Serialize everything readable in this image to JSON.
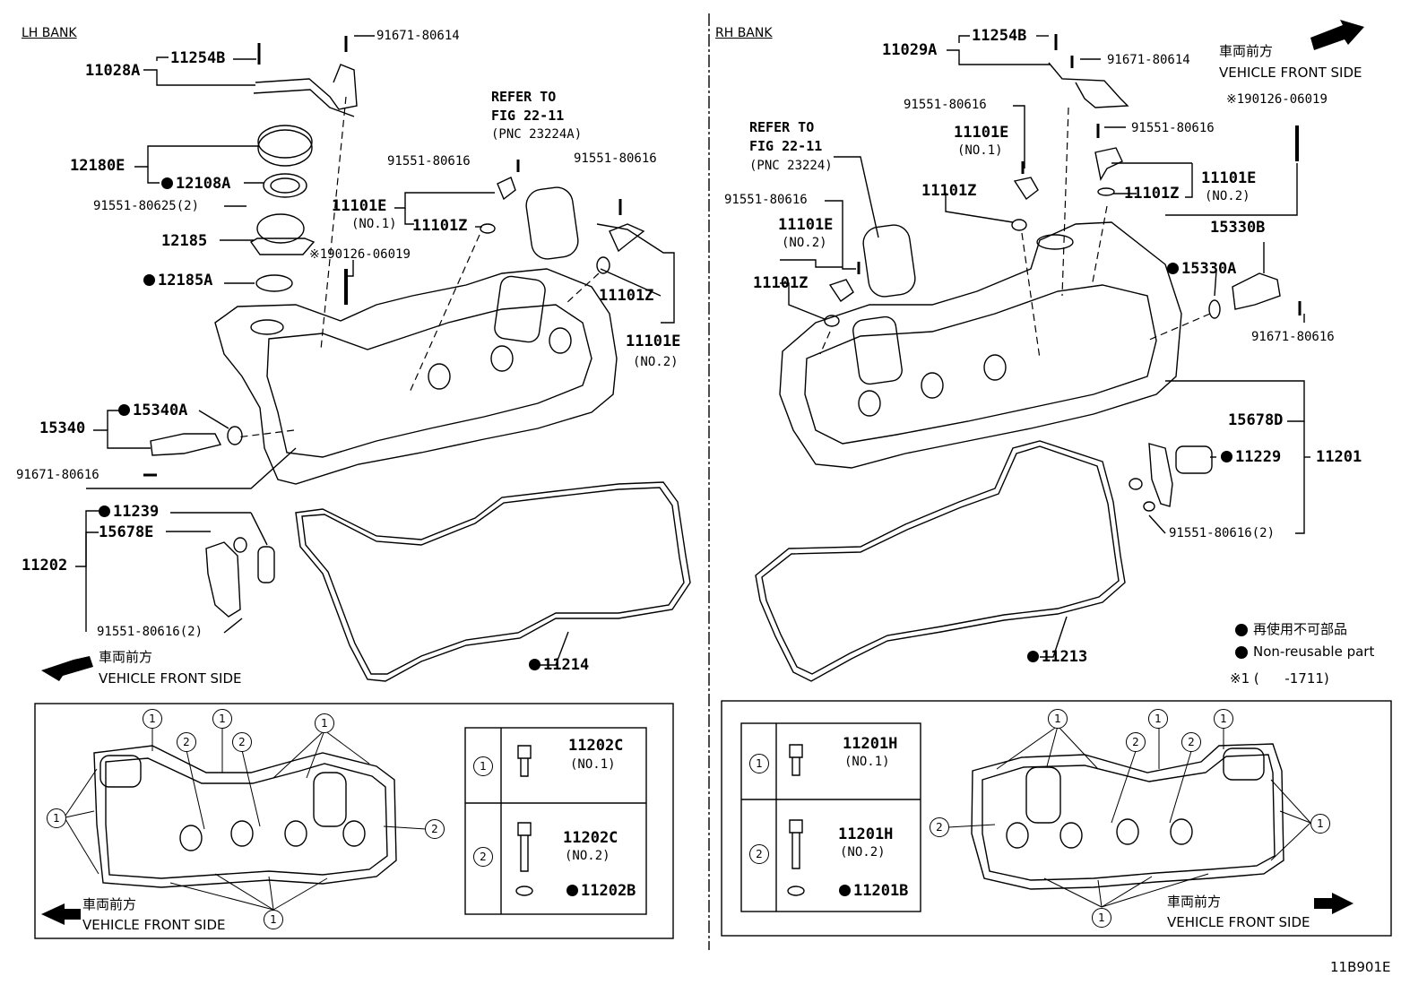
{
  "banks": {
    "lh": "LH BANK",
    "rh": "RH BANK"
  },
  "front": {
    "jp": "車両前方",
    "en": "VEHICLE FRONT SIDE"
  },
  "lh": {
    "p11028A": "11028A",
    "p11254B": "11254B",
    "p91671_80614": "91671-80614",
    "p12180E": "12180E",
    "p12108A": "12108A",
    "p91551_80625": "91551-80625(2)",
    "p12185": "12185",
    "p12185A": "12185A",
    "ref_title": "REFER TO",
    "ref_fig": "FIG 22-11",
    "ref_pnc": "(PNC 23224A)",
    "p91551_80616_a": "91551-80616",
    "p91551_80616_b": "91551-80616",
    "p11101E_no1": "11101E",
    "no1": "(NO.1)",
    "p11101Z_a": "11101Z",
    "p190126": "※190126-06019",
    "p11101Z_b": "11101Z",
    "p11101E_no2": "11101E",
    "no2": "(NO.2)",
    "p15340": "15340",
    "p15340A": "15340A",
    "p91671_80616": "91671-80616",
    "p11239": "11239",
    "p15678E": "15678E",
    "p11202": "11202",
    "p91551_80616_2": "91551-80616(2)",
    "p11214": "11214"
  },
  "rh": {
    "p11029A": "11029A",
    "p11254B": "11254B",
    "p91671_80614": "91671-80614",
    "p190126": "※190126-06019",
    "p91551_80616_a": "91551-80616",
    "p11101E_no1": "11101E",
    "no1": "(NO.1)",
    "p11101Z_a": "11101Z",
    "p91551_80616_b": "91551-80616",
    "p11101E_no2b": "11101E",
    "no2b": "(NO.2)",
    "p11101Z_b": "11101Z",
    "p11101E_no2": "11101E",
    "no2": "(NO.2)",
    "p11101Z_c": "11101Z",
    "p91551_80616_c": "91551-80616",
    "ref_title": "REFER TO",
    "ref_fig": "FIG 22-11",
    "ref_pnc": "(PNC 23224)",
    "p15330B": "15330B",
    "p15330A": "15330A",
    "p91671_80616": "91671-80616",
    "p15678D": "15678D",
    "p11229": "11229",
    "p11201": "11201",
    "p91551_80616_2": "91551-80616(2)",
    "p11213": "11213"
  },
  "legend": {
    "jp": "再使用不可部品",
    "en": "Non-reusable part",
    "note": "※1 (      -1711)"
  },
  "lh_table": {
    "row1_num": "1",
    "row1_part": "11202C",
    "row1_sub": "(NO.1)",
    "row2_num": "2",
    "row2_part": "11202C",
    "row2_sub": "(NO.2)",
    "row2_part2": "11202B"
  },
  "rh_table": {
    "row1_num": "1",
    "row1_part": "11201H",
    "row1_sub": "(NO.1)",
    "row2_num": "2",
    "row2_part": "11201H",
    "row2_sub": "(NO.2)",
    "row2_part2": "11201B"
  },
  "callouts": {
    "one": "1",
    "two": "2"
  },
  "figure_code": "11B901E"
}
